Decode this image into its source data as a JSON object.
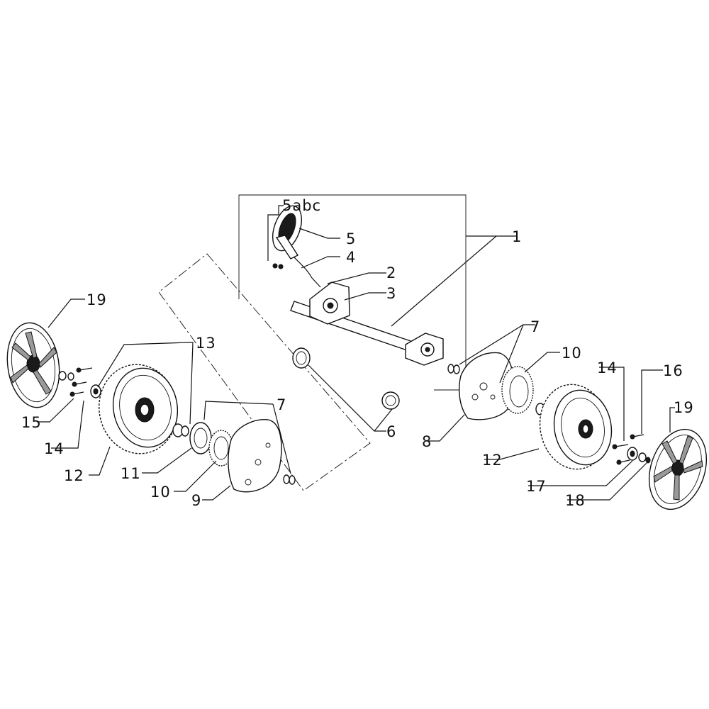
{
  "diagram": {
    "labels": {
      "l1": "1",
      "l2": "2",
      "l3": "3",
      "l4": "4",
      "l5": "5",
      "l5abc": "5abc",
      "l6": "6",
      "l7_right": "7",
      "l7_left": "7",
      "l8": "8",
      "l9": "9",
      "l10_left": "10",
      "l10_right": "10",
      "l11": "11",
      "l12_left": "12",
      "l12_right": "12",
      "l13": "13",
      "l14_left": "14",
      "l14_right": "14",
      "l15": "15",
      "l16": "16",
      "l17": "17",
      "l18": "18",
      "l19_left": "19",
      "l19_right": "19"
    }
  }
}
